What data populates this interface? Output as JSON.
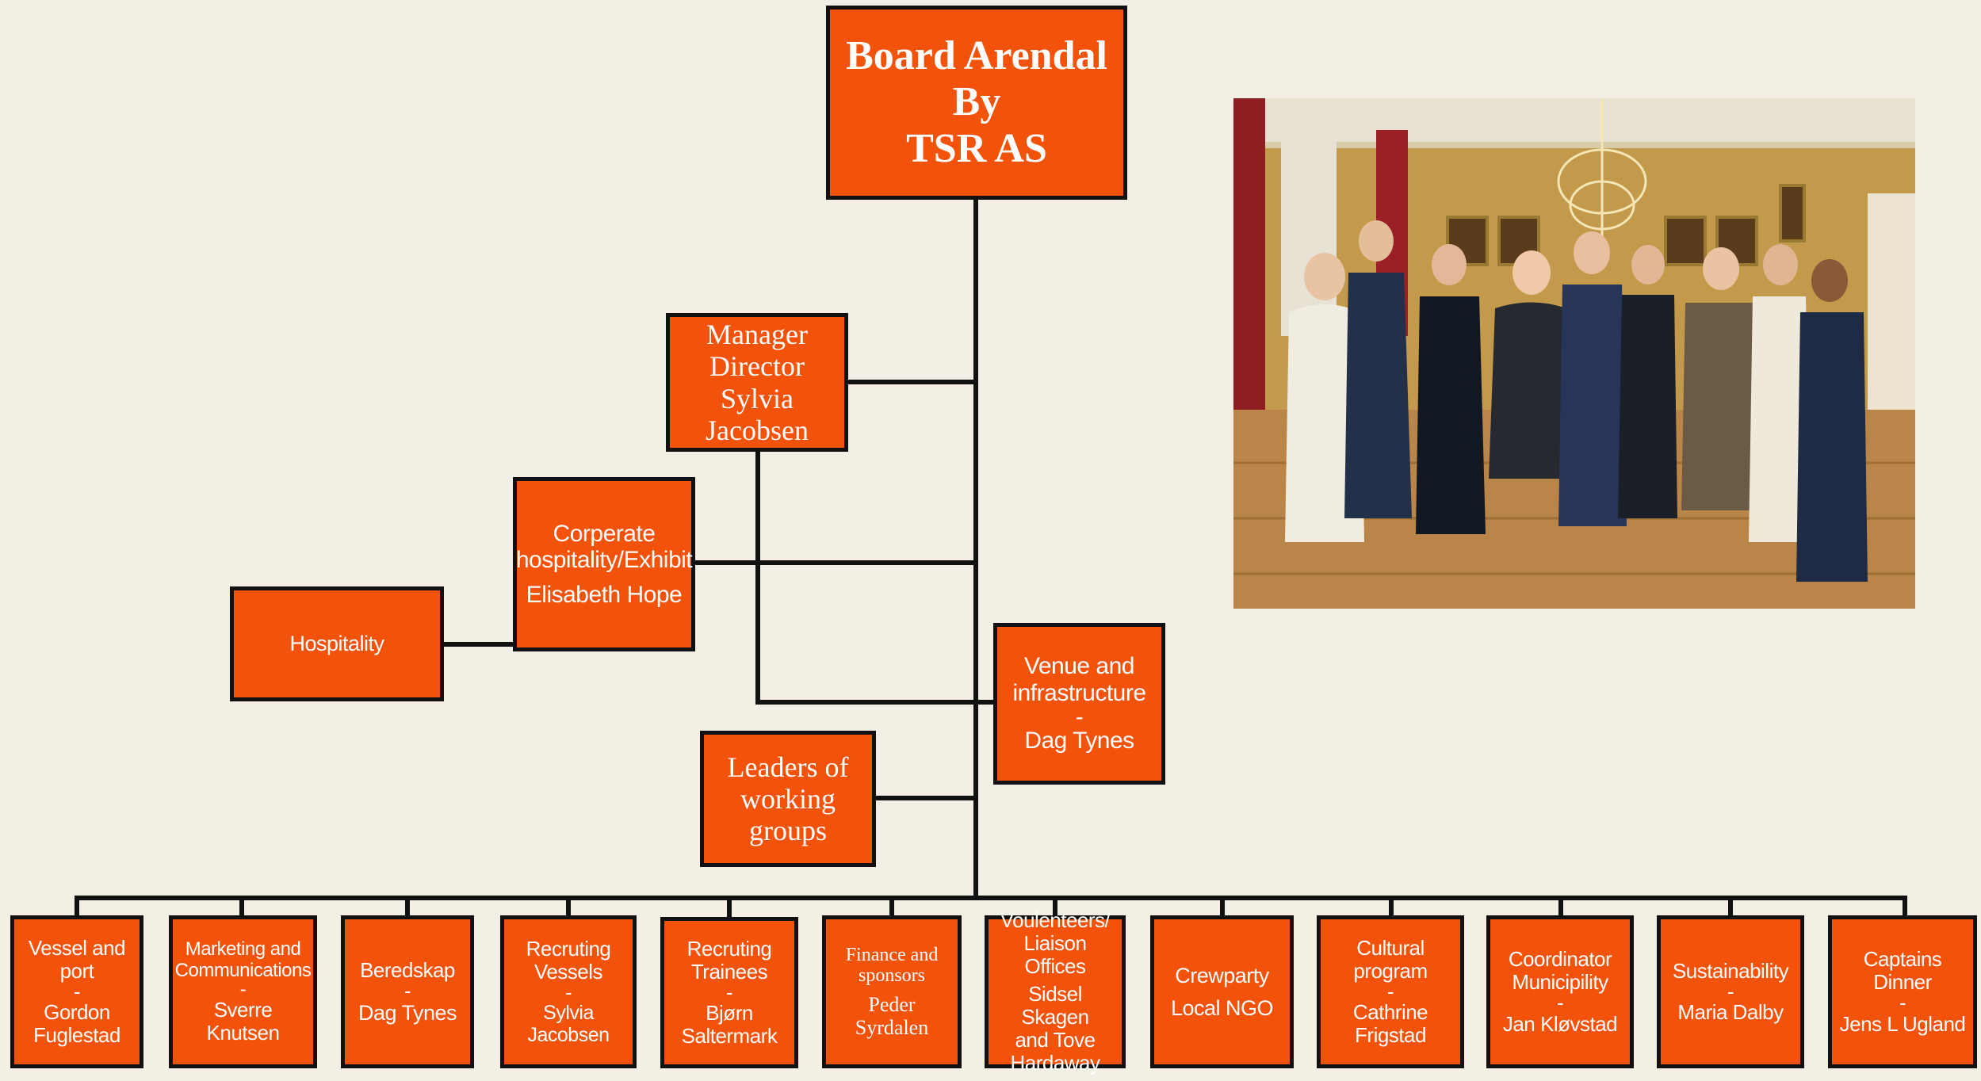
{
  "board": {
    "line1": "Board Arendal By",
    "line2": "TSR AS"
  },
  "manager": {
    "line1": "Manager",
    "line2": "Director",
    "name": "Sylvia Jacobsen"
  },
  "corporate": {
    "line1": "Corperate",
    "line2": "hospitality/Exhibit",
    "name": "Elisabeth Hope"
  },
  "hospitality": {
    "label": "Hospitality"
  },
  "venue": {
    "line1": "Venue and",
    "line2": "infrastructure",
    "dash": "-",
    "name": "Dag Tynes"
  },
  "leaders": {
    "line1": "Leaders of",
    "line2": "working groups"
  },
  "groups": [
    {
      "l1": "Vessel and port",
      "dash": "-",
      "n1": "Gordon",
      "n2": "Fuglestad"
    },
    {
      "l1": "Marketing and",
      "l2": "Communications",
      "dash": "-",
      "n1": "Sverre Knutsen"
    },
    {
      "l1": "Beredskap",
      "dash": "-",
      "n1": "Dag Tynes"
    },
    {
      "l1": "Recruting",
      "l2": "Vessels",
      "dash": "-",
      "n1": "Sylvia Jacobsen"
    },
    {
      "l1": "Recruting",
      "l2": "Trainees",
      "dash": "-",
      "n1": "Bjørn Saltermark"
    },
    {
      "l1": "Finance and",
      "l2": "sponsors",
      "n1": "Peder Syrdalen"
    },
    {
      "l1": "Voulenteers/",
      "l2": "Liaison Offices",
      "n1": "Sidsel Skagen",
      "n2": "and Tove",
      "n3": "Hardaway"
    },
    {
      "l1": "Crewparty",
      "n1": "Local NGO"
    },
    {
      "l1": "Cultural program",
      "dash": "-",
      "n1": "Cathrine Frigstad"
    },
    {
      "l1": "Coordinator",
      "l2": "Municipility",
      "dash": "-",
      "n1": "Jan Kløvstad"
    },
    {
      "l1": "Sustainability",
      "dash": "-",
      "n1": "Maria Dalby"
    },
    {
      "l1": "Captains Dinner",
      "dash": "-",
      "n1": "Jens L Ugland"
    }
  ],
  "colors": {
    "box_fill": "#f2520a",
    "border": "#111111",
    "background": "#f4efe4"
  }
}
